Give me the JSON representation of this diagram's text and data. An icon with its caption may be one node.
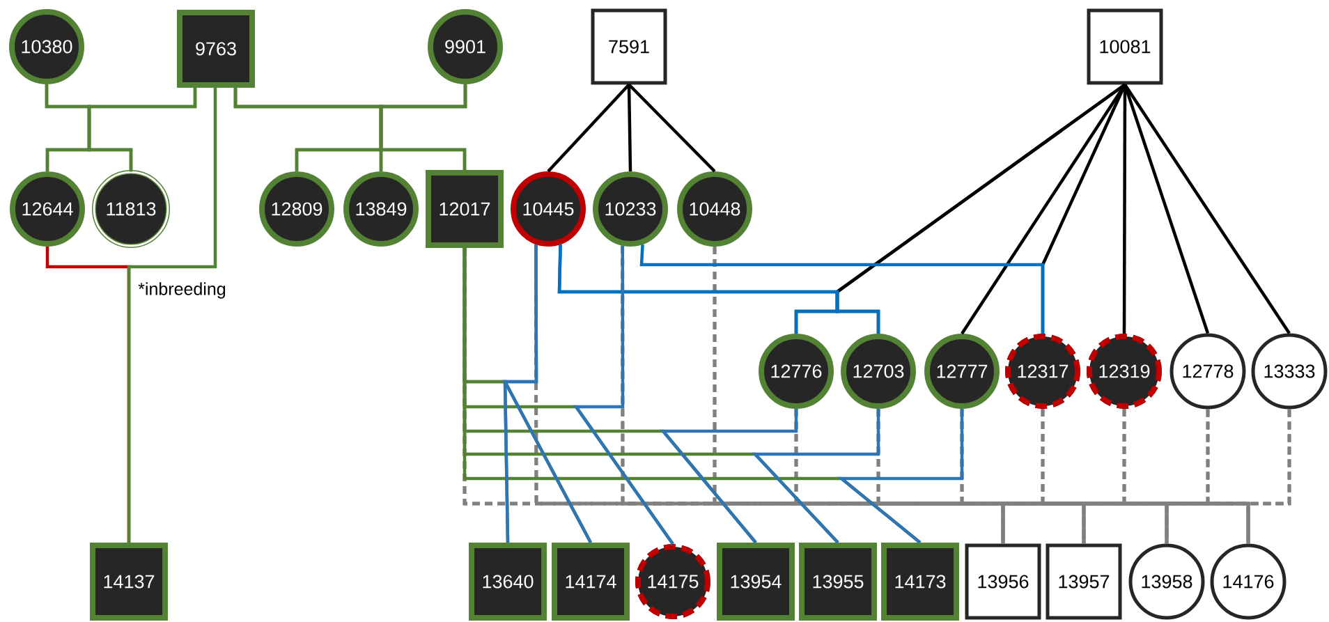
{
  "diagram": {
    "nodes": [
      {
        "text": [
          "10380"
        ]
      },
      {
        "text": [
          "9763"
        ]
      },
      {
        "text": [
          "9901"
        ]
      },
      {
        "text": [
          "7591"
        ]
      },
      {
        "text": [
          "10081"
        ]
      },
      {
        "text": [
          "12644"
        ]
      },
      {
        "text": [
          "11813"
        ]
      },
      {
        "text": [
          "12809"
        ]
      },
      {
        "text": [
          "13849"
        ]
      },
      {
        "text": [
          "12017"
        ]
      },
      {
        "text": [
          "10445"
        ]
      },
      {
        "text": [
          "10233"
        ]
      },
      {
        "text": [
          "10448"
        ]
      },
      {
        "text": [
          "12776"
        ]
      },
      {
        "text": [
          "12703"
        ]
      },
      {
        "text": [
          "12777"
        ]
      },
      {
        "text": [
          "12317"
        ]
      },
      {
        "text": [
          "12319"
        ]
      },
      {
        "text": [
          "12778"
        ]
      },
      {
        "text": [
          "13333"
        ]
      },
      {
        "text": [
          "14137"
        ]
      },
      {
        "text": [
          "13640"
        ]
      },
      {
        "text": [
          "14174"
        ]
      },
      {
        "text": [
          "14175"
        ]
      },
      {
        "text": [
          "13954"
        ]
      },
      {
        "text": [
          "13955"
        ]
      },
      {
        "text": [
          "14173"
        ]
      },
      {
        "text": [
          "13956"
        ]
      },
      {
        "text": [
          "13957"
        ]
      },
      {
        "text": [
          "13958"
        ]
      },
      {
        "text": [
          "14176"
        ]
      }
    ],
    "edges": [
      {
        "from": 0,
        "to": 5,
        "arrow": "none",
        "color": "#548235"
      },
      {
        "from": 0,
        "to": 6,
        "arrow": "none",
        "color": "#548235"
      },
      {
        "from": 1,
        "to": 5,
        "arrow": "none",
        "color": "#548235"
      },
      {
        "from": 1,
        "to": 6,
        "arrow": "none",
        "color": "#548235"
      },
      {
        "from": 1,
        "to": 7,
        "arrow": "none",
        "color": "#548235"
      },
      {
        "from": 1,
        "to": 8,
        "arrow": "none",
        "color": "#548235"
      },
      {
        "from": 1,
        "to": 9,
        "arrow": "none",
        "color": "#548235"
      },
      {
        "from": 2,
        "to": 7,
        "arrow": "none",
        "color": "#548235"
      },
      {
        "from": 2,
        "to": 8,
        "arrow": "none",
        "color": "#548235"
      },
      {
        "from": 2,
        "to": 9,
        "arrow": "none",
        "color": "#548235"
      },
      {
        "from": 5,
        "to": 20,
        "arrow": "none",
        "color": "#c00000"
      },
      {
        "from": 1,
        "to": 20,
        "arrow": "none",
        "color": "#548235"
      },
      {
        "from": 3,
        "to": 10,
        "arrow": "none",
        "color": "#000000"
      },
      {
        "from": 3,
        "to": 11,
        "arrow": "none",
        "color": "#000000"
      },
      {
        "from": 3,
        "to": 12,
        "arrow": "none",
        "color": "#000000"
      },
      {
        "from": 4,
        "to": 13,
        "arrow": "none",
        "color": "#000000"
      },
      {
        "from": 4,
        "to": 14,
        "arrow": "none",
        "color": "#000000"
      },
      {
        "from": 4,
        "to": 15,
        "arrow": "none",
        "color": "#000000"
      },
      {
        "from": 4,
        "to": 16,
        "arrow": "none",
        "color": "#000000"
      },
      {
        "from": 4,
        "to": 17,
        "arrow": "none",
        "color": "#000000"
      },
      {
        "from": 4,
        "to": 18,
        "arrow": "none",
        "color": "#000000"
      },
      {
        "from": 4,
        "to": 19,
        "arrow": "none",
        "color": "#000000"
      },
      {
        "from": 10,
        "to": 13,
        "arrow": "none",
        "color": "#0070c0"
      },
      {
        "from": 10,
        "to": 14,
        "arrow": "none",
        "color": "#0070c0"
      },
      {
        "from": 11,
        "to": 16,
        "arrow": "none",
        "color": "#0070c0"
      },
      {
        "from": 9,
        "to": 21,
        "arrow": "none",
        "color": "#548235"
      },
      {
        "from": 9,
        "to": 22,
        "arrow": "none",
        "color": "#548235"
      },
      {
        "from": 9,
        "to": 23,
        "arrow": "none",
        "color": "#548235"
      },
      {
        "from": 9,
        "to": 24,
        "arrow": "none",
        "color": "#548235"
      },
      {
        "from": 9,
        "to": 25,
        "arrow": "none",
        "color": "#548235"
      },
      {
        "from": 9,
        "to": 26,
        "arrow": "none",
        "color": "#548235"
      },
      {
        "from": 10,
        "to": 21,
        "arrow": "none",
        "color": "#2e75b6"
      },
      {
        "from": 10,
        "to": 22,
        "arrow": "none",
        "color": "#2e75b6"
      },
      {
        "from": 11,
        "to": 23,
        "arrow": "none",
        "color": "#2e75b6"
      },
      {
        "from": 13,
        "to": 24,
        "arrow": "none",
        "color": "#2e75b6"
      },
      {
        "from": 14,
        "to": 25,
        "arrow": "none",
        "color": "#2e75b6"
      },
      {
        "from": 15,
        "to": 26,
        "arrow": "none",
        "color": "#2e75b6"
      },
      {
        "from": 9,
        "to": 27,
        "arrow": "none",
        "style": "dashed"
      },
      {
        "from": 9,
        "to": 28,
        "arrow": "none",
        "style": "dashed"
      },
      {
        "from": 9,
        "to": 29,
        "arrow": "none",
        "style": "dashed"
      },
      {
        "from": 9,
        "to": 30,
        "arrow": "none",
        "style": "dashed"
      },
      {
        "from": 10,
        "to": 27,
        "arrow": "none",
        "style": "dashed"
      },
      {
        "from": 10,
        "to": 28,
        "arrow": "none",
        "style": "dashed"
      },
      {
        "from": 10,
        "to": 29,
        "arrow": "none",
        "style": "dashed"
      },
      {
        "from": 10,
        "to": 30,
        "arrow": "none",
        "style": "dashed"
      },
      {
        "from": 11,
        "to": 27,
        "arrow": "none",
        "style": "dashed"
      },
      {
        "from": 11,
        "to": 28,
        "arrow": "none",
        "style": "dashed"
      },
      {
        "from": 11,
        "to": 29,
        "arrow": "none",
        "style": "dashed"
      },
      {
        "from": 11,
        "to": 30,
        "arrow": "none",
        "style": "dashed"
      },
      {
        "from": 12,
        "to": 27,
        "arrow": "none",
        "style": "dashed"
      },
      {
        "from": 12,
        "to": 28,
        "arrow": "none",
        "style": "dashed"
      },
      {
        "from": 12,
        "to": 29,
        "arrow": "none",
        "style": "dashed"
      },
      {
        "from": 12,
        "to": 30,
        "arrow": "none",
        "style": "dashed"
      },
      {
        "from": 13,
        "to": 27,
        "arrow": "none",
        "style": "dashed"
      },
      {
        "from": 13,
        "to": 28,
        "arrow": "none",
        "style": "dashed"
      },
      {
        "from": 13,
        "to": 29,
        "arrow": "none",
        "style": "dashed"
      },
      {
        "from": 13,
        "to": 30,
        "arrow": "none",
        "style": "dashed"
      },
      {
        "from": 14,
        "to": 27,
        "arrow": "none",
        "style": "dashed"
      },
      {
        "from": 14,
        "to": 28,
        "arrow": "none",
        "style": "dashed"
      },
      {
        "from": 14,
        "to": 29,
        "arrow": "none",
        "style": "dashed"
      },
      {
        "from": 14,
        "to": 30,
        "arrow": "none",
        "style": "dashed"
      },
      {
        "from": 15,
        "to": 27,
        "arrow": "none",
        "style": "dashed"
      },
      {
        "from": 15,
        "to": 28,
        "arrow": "none",
        "style": "dashed"
      },
      {
        "from": 15,
        "to": 29,
        "arrow": "none",
        "style": "dashed"
      },
      {
        "from": 15,
        "to": 30,
        "arrow": "none",
        "style": "dashed"
      },
      {
        "from": 16,
        "to": 27,
        "arrow": "none",
        "style": "dashed"
      },
      {
        "from": 16,
        "to": 28,
        "arrow": "none",
        "style": "dashed"
      },
      {
        "from": 16,
        "to": 29,
        "arrow": "none",
        "style": "dashed"
      },
      {
        "from": 16,
        "to": 30,
        "arrow": "none",
        "style": "dashed"
      },
      {
        "from": 17,
        "to": 27,
        "arrow": "none",
        "style": "dashed"
      },
      {
        "from": 17,
        "to": 28,
        "arrow": "none",
        "style": "dashed"
      },
      {
        "from": 17,
        "to": 29,
        "arrow": "none",
        "style": "dashed"
      },
      {
        "from": 17,
        "to": 30,
        "arrow": "none",
        "style": "dashed"
      },
      {
        "from": 18,
        "to": 27,
        "arrow": "none",
        "style": "dashed"
      },
      {
        "from": 18,
        "to": 28,
        "arrow": "none",
        "style": "dashed"
      },
      {
        "from": 18,
        "to": 29,
        "arrow": "none",
        "style": "dashed"
      },
      {
        "from": 18,
        "to": 30,
        "arrow": "none",
        "style": "dashed"
      },
      {
        "from": 19,
        "to": 27,
        "arrow": "none",
        "style": "dashed"
      },
      {
        "from": 19,
        "to": 28,
        "arrow": "none",
        "style": "dashed"
      },
      {
        "from": 19,
        "to": 29,
        "arrow": "none",
        "style": "dashed"
      },
      {
        "from": 19,
        "to": 30,
        "arrow": "none",
        "style": "dashed"
      }
    ],
    "labels": [
      "*inbreeding"
    ]
  }
}
